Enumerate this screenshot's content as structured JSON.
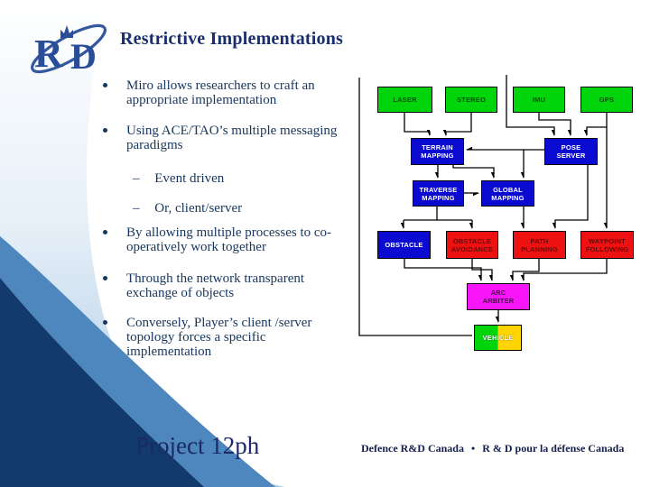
{
  "slide": {
    "title": "Restrictive Implementations",
    "bullets": {
      "dash": "–",
      "b1": "Miro allows researchers to craft an appropriate implementation",
      "b2": "Using ACE/TAO’s multiple messaging paradigms",
      "sub1": "Event driven",
      "sub2": "Or, client/server",
      "b3": "By allowing multiple processes to co-operatively work together",
      "b4": "Through the network transparent exchange of objects",
      "b5": "Conversely, Player’s client /server topology forces a specific implementation"
    },
    "footer": {
      "project": "Project 12ph",
      "org_en": "Defence R&D Canada",
      "sep": "•",
      "org_fr": "R & D pour la défense Canada"
    },
    "logo": {
      "letter_r": "R",
      "letter_d": "D"
    }
  },
  "diagram": {
    "nodes": {
      "laser": "LASER",
      "stereo": "STEREO",
      "imu": "IMU",
      "gps": "GPS",
      "terrain": "TERRAIN\nMAPPING",
      "pose": "POSE\nSERVER",
      "traverse": "TRAVERSE\nMAPPING",
      "global": "GLOBAL\nMAPPING",
      "obstacle": "OBSTACLE",
      "avoidance": "OBSTACLE\nAVOIDANCE",
      "path": "PATH\nPLANNING",
      "waypoint": "WAYPOINT\nFOLLOWING",
      "arbiter": "ARC\nARBITER",
      "vehicle": "VEHICLE"
    },
    "colors": {
      "sensor_bg": "#00d40a",
      "process_bg": "#0a0ad0",
      "behavior_bg": "#ee1111",
      "arbiter_bg": "#f716f7",
      "vehicle_left_bg": "#00d40a",
      "vehicle_right_bg": "#ffd400",
      "connector": "#000000",
      "accent_navy": "#17365e",
      "band_blue": "#4d87bd"
    }
  }
}
